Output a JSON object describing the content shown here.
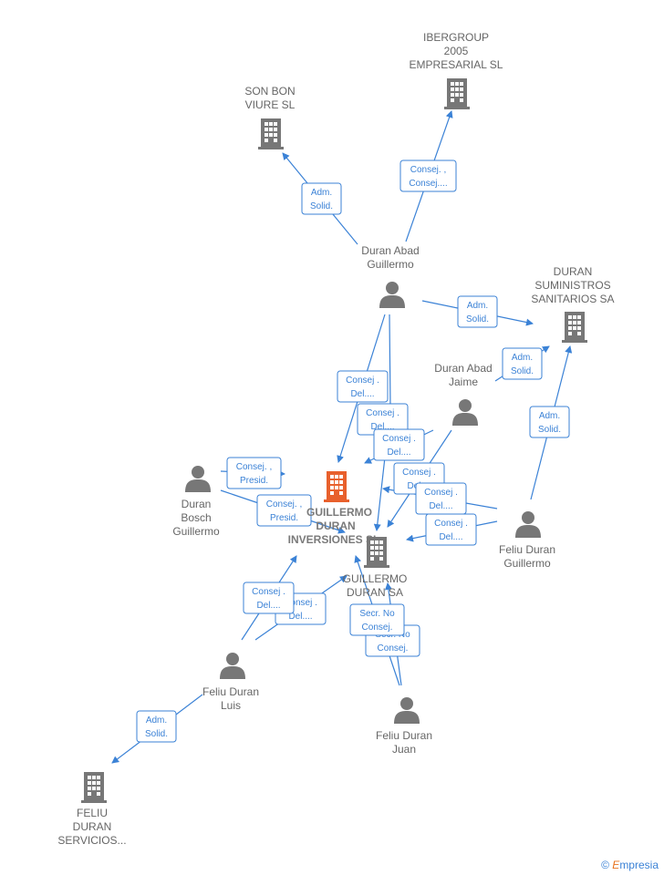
{
  "colors": {
    "edge": "#3b82d6",
    "company": "#777777",
    "main_company": "#e8602c",
    "person": "#777777"
  },
  "nodes": [
    {
      "id": "ibergroup",
      "type": "company",
      "label": [
        "IBERGROUP",
        "2005",
        "EMPRESARIAL SL"
      ]
    },
    {
      "id": "sonbon",
      "type": "company",
      "label": [
        "SON BON",
        "VIURE  SL"
      ]
    },
    {
      "id": "duran_abad_guillermo",
      "type": "person",
      "label": [
        "Duran Abad",
        "Guillermo"
      ]
    },
    {
      "id": "duran_suministros",
      "type": "company",
      "label": [
        "DURAN",
        "SUMINISTROS",
        "SANITARIOS SA"
      ]
    },
    {
      "id": "duran_abad_jaime",
      "type": "person",
      "label": [
        "Duran Abad",
        "Jaime"
      ]
    },
    {
      "id": "duran_bosch",
      "type": "person",
      "label": [
        "Duran",
        "Bosch",
        "Guillermo"
      ]
    },
    {
      "id": "guillermo_inversiones",
      "type": "main",
      "label": [
        "GUILLERMO",
        "DURAN",
        "INVERSIONES SL"
      ]
    },
    {
      "id": "guillermo_sa",
      "type": "company",
      "label": [
        "GUILLERMO",
        "DURAN SA"
      ]
    },
    {
      "id": "feliu_guillermo",
      "type": "person",
      "label": [
        "Feliu Duran",
        "Guillermo"
      ]
    },
    {
      "id": "feliu_luis",
      "type": "person",
      "label": [
        "Feliu Duran",
        "Luis"
      ]
    },
    {
      "id": "feliu_juan",
      "type": "person",
      "label": [
        "Feliu Duran",
        "Juan"
      ]
    },
    {
      "id": "feliu_servicios",
      "type": "company",
      "label": [
        "FELIU",
        "DURAN",
        "SERVICIOS..."
      ]
    }
  ],
  "relations": [
    {
      "id": "r1",
      "text": [
        "Consej. ,",
        "Consej...."
      ]
    },
    {
      "id": "r2",
      "text": [
        "Adm.",
        "Solid."
      ]
    },
    {
      "id": "r3",
      "text": [
        "Adm.",
        "Solid."
      ]
    },
    {
      "id": "r4",
      "text": [
        "Adm.",
        "Solid."
      ]
    },
    {
      "id": "r5",
      "text": [
        "Adm.",
        "Solid."
      ]
    },
    {
      "id": "r6",
      "text": [
        "Consej .",
        "Del...."
      ]
    },
    {
      "id": "r7",
      "text": [
        "Consej .",
        "Del...."
      ]
    },
    {
      "id": "r8",
      "text": [
        "Consej .",
        "Del...."
      ]
    },
    {
      "id": "r9",
      "text": [
        "Consej .",
        "Del...."
      ]
    },
    {
      "id": "r10",
      "text": [
        "Consej .",
        "Del...."
      ]
    },
    {
      "id": "r11",
      "text": [
        "Consej .",
        "Del...."
      ]
    },
    {
      "id": "r12",
      "text": [
        "Consej. ,",
        "Presid."
      ]
    },
    {
      "id": "r13",
      "text": [
        "Consej. ,",
        "Presid."
      ]
    },
    {
      "id": "r14",
      "text": [
        "Consej .",
        "Del...."
      ]
    },
    {
      "id": "r15",
      "text": [
        "Consej .",
        "Del...."
      ]
    },
    {
      "id": "r16",
      "text": [
        "Secr.  No",
        "Consej."
      ]
    },
    {
      "id": "r17",
      "text": [
        "Secr.  No",
        "Consej."
      ]
    },
    {
      "id": "r18",
      "text": [
        "Adm.",
        "Solid."
      ]
    }
  ],
  "brand": {
    "symbol": "©",
    "initial": "E",
    "rest": "mpresia"
  }
}
